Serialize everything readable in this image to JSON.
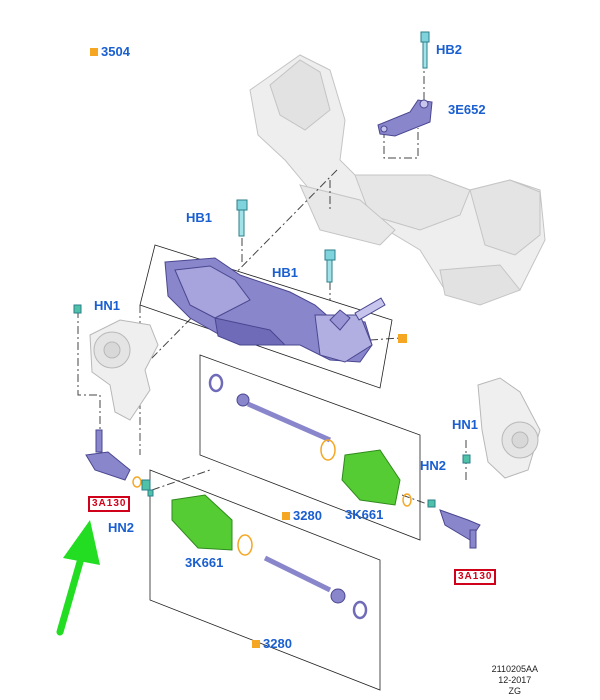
{
  "labels": {
    "p3504": "3504",
    "hb2": "HB2",
    "p3e652": "3E652",
    "hb1_left": "HB1",
    "hb1_right": "HB1",
    "hn1_left": "HN1",
    "hn1_right": "HN1",
    "hn2_left": "HN2",
    "hn2_right": "HN2",
    "p3280_upper": "3280",
    "p3280_lower": "3280",
    "p3k661_upper": "3K661",
    "p3k661_lower": "3K661"
  },
  "highlighted_labels": {
    "left_tie_rod_end": "3A130",
    "right_tie_rod_end": "3A130"
  },
  "stamp": {
    "code": "2110205AA",
    "date": "12-2017",
    "suffix": "ZG"
  },
  "colors": {
    "label_blue": "#1a5fd0",
    "part_square_orange": "#f5a623",
    "highlight_red": "#d0021b",
    "arrow_green": "#22dd22",
    "boot_green": "#55cc33",
    "rack_purple": "#8a86cc"
  }
}
